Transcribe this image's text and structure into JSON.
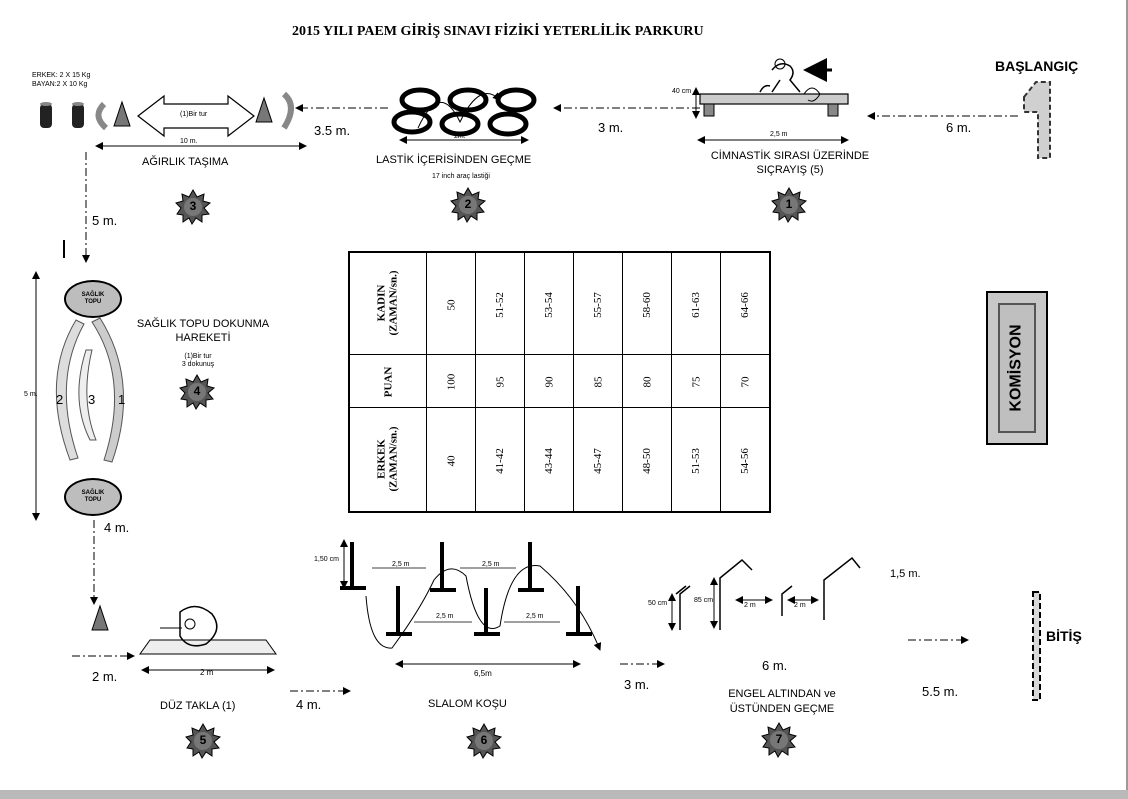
{
  "title": "2015 YILI PAEM GİRİŞ SINAVI FİZİKİ YETERLİLİK PARKURU",
  "start_label": "BAŞLANGIÇ",
  "finish_label": "BİTİŞ",
  "commission_label": "KOMİSYON",
  "stations": {
    "s1": {
      "number": "1",
      "name_line1": "CİMNASTİK SIRASI ÜZERİNDE",
      "name_line2": "SIÇRAYIŞ (5)",
      "height": "40 cm",
      "length": "2,5 m"
    },
    "s2": {
      "number": "2",
      "name": "LASTİK İÇERİSİNDEN GEÇME",
      "note": "17 inch araç lastiği",
      "width": "2m."
    },
    "s3": {
      "number": "3",
      "name": "AĞIRLIK TAŞIMA",
      "weights_men": "ERKEK: 2 X 15 Kg",
      "weights_women": "BAYAN:2 X 10 Kg",
      "lap": "(1)Bir tur",
      "length": "10 m."
    },
    "s4": {
      "number": "4",
      "name_line1": "SAĞLIK TOPU DOKUNMA",
      "name_line2": "HAREKETİ",
      "note_line1": "(1)Bir tur",
      "note_line2": "3 dokunuş",
      "ball_line1": "SAĞLIK",
      "ball_line2": "TOPU",
      "length": "5 m.",
      "arrow_1": "1",
      "arrow_2": "2",
      "arrow_3": "3"
    },
    "s5": {
      "number": "5",
      "name": "DÜZ TAKLA (1)",
      "length": "2 m"
    },
    "s6": {
      "number": "6",
      "name": "SLALOM KOŞU",
      "height": "1,50 cm",
      "gap": "2,5 m",
      "total": "6,5m"
    },
    "s7": {
      "number": "7",
      "name_line1": "ENGEL ALTINDAN ve",
      "name_line2": "ÜSTÜNDEN GEÇME",
      "h1": "50 cm",
      "h2": "85 cm",
      "gap": "2 m",
      "spacing": "1,5 m."
    }
  },
  "distances": {
    "start_to_1": "6 m.",
    "s1_to_s2": "3 m.",
    "s2_to_s3": "3.5 m.",
    "s3_to_s4": "5 m.",
    "s4_to_s5": "4 m.",
    "before_s5": "2 m.",
    "s5_to_s6": "4 m.",
    "s6_to_s7": "3 m.",
    "s7_len": "6 m.",
    "s7_to_finish": "5.5 m."
  },
  "score_table": {
    "row_labels": [
      "KADIN (ZAMAN/sn.)",
      "PUAN",
      "ERKEK (ZAMAN/sn.)"
    ],
    "kadin": [
      "50",
      "51-52",
      "53-54",
      "55-57",
      "58-60",
      "61-63",
      "64-66"
    ],
    "puan": [
      "100",
      "95",
      "90",
      "85",
      "80",
      "75",
      "70"
    ],
    "erkek": [
      "40",
      "41-42",
      "43-44",
      "45-47",
      "48-50",
      "51-53",
      "54-56"
    ]
  }
}
